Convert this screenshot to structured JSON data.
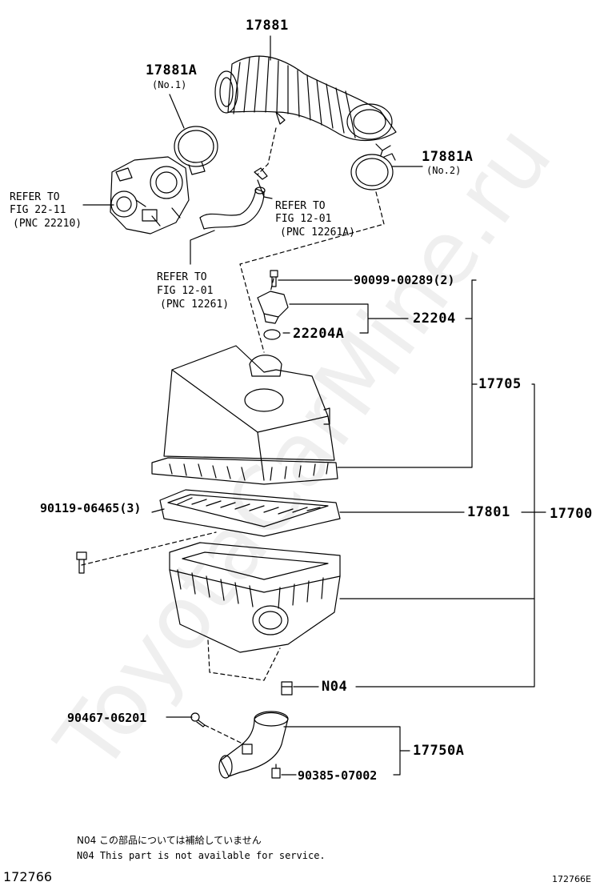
{
  "watermark": "ToyotaCarMine.ru",
  "labels": {
    "p17881": "17881",
    "p17881A_1": "17881A",
    "no1": "(No.1)",
    "p17881A_2": "17881A",
    "no2": "(No.2)",
    "refer_left_1": "REFER TO",
    "refer_left_2": "FIG 22-11",
    "refer_left_3": "(PNC 22210)",
    "refer_mid_1": "REFER TO",
    "refer_mid_2": "FIG 12-01",
    "refer_mid_3": "(PNC 12261A)",
    "refer_low_1": "REFER TO",
    "refer_low_2": "FIG 12-01",
    "refer_low_3": "(PNC 12261)",
    "p90099": "90099-00289(2)",
    "p22204": "22204",
    "p22204A": "22204A",
    "p17705": "17705",
    "p90119": "90119-06465(3)",
    "p17801": "17801",
    "p17700": "17700",
    "pN04": "N04",
    "p90467": "90467-06201",
    "p17750A": "17750A",
    "p90385": "90385-07002"
  },
  "notes": {
    "jp": "N04 この部品については補給していません",
    "en": "N04 This part is not available for service."
  },
  "footer": {
    "left": "172766",
    "right": "172766E"
  }
}
